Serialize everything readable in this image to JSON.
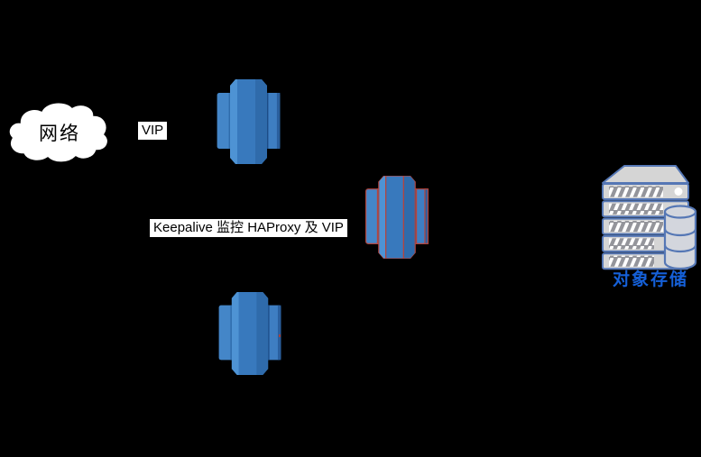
{
  "page": {
    "background": "#000000"
  },
  "nodes": {
    "network_cloud": {
      "label": "网络",
      "fill": "#ffffff",
      "text_color": "#000000"
    },
    "vip": {
      "label": "VIP",
      "bg": "#ffffff",
      "text_color": "#000000"
    },
    "keepalive": {
      "label": "Keepalive 监控 HAProxy 及 VIP",
      "bg": "#ffffff",
      "text_color": "#000000"
    },
    "servers": [
      {
        "name": "haproxy-server-top",
        "outline": "none"
      },
      {
        "name": "haproxy-server-middle",
        "outline": "#b5443c"
      },
      {
        "name": "haproxy-server-bottom",
        "outline": "none"
      }
    ],
    "object_storage": {
      "label": "对象存储",
      "label_color": "#1560d8"
    }
  },
  "palette": {
    "server_blue_face_left": "#4486c8",
    "server_blue_facet_light": "#4e93d4",
    "server_blue_mid": "#3879bd",
    "server_blue_facet_dark": "#2f6bab",
    "server_blue_edge_left": "#2f6cab",
    "server_blue_face_right": "#3e7ec2",
    "server_blue_edge_inner": "#1c4d87",
    "server_blue_edge_outer": "#2a5f9e",
    "server_outline_red": "#b5443c",
    "rack_outline_blue": "#5577b5",
    "rack_fill_gray": "#d5d5d5",
    "rack_vent_gray": "#94959b",
    "cylinder_fill": "#d3d6dd",
    "label_bg": "#ffffff",
    "label_text": "#000000"
  }
}
